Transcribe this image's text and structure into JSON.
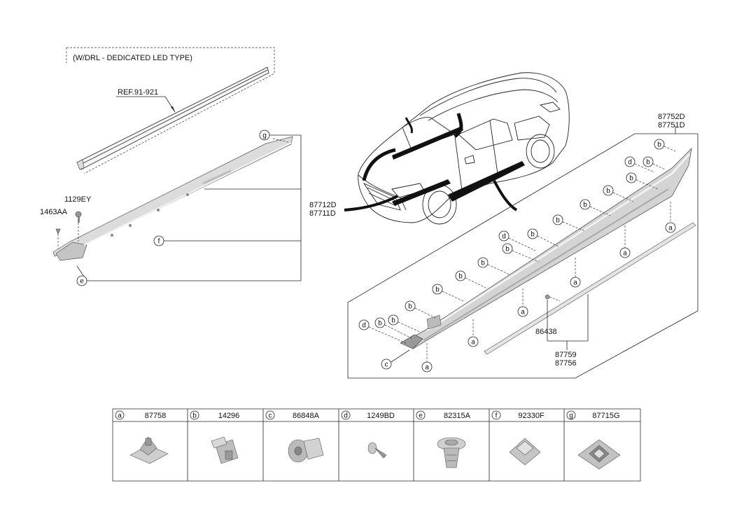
{
  "top_note": "(W/DRL - DEDICATED LED TYPE)",
  "ref": "REF.91-921",
  "parts_left": {
    "p1129": "1129EY",
    "p1463": "1463AA",
    "assembly_top": "87712D",
    "assembly_bottom": "87711D"
  },
  "parts_right": {
    "assembly_top": "87752D",
    "assembly_bottom": "87751D",
    "p86438": "86438",
    "strip_top": "87759",
    "strip_bottom": "87756"
  },
  "letters": {
    "a": "a",
    "b": "b",
    "c": "c",
    "d": "d",
    "e": "e",
    "f": "f",
    "g": "g"
  },
  "legend": [
    {
      "letter": "a",
      "part": "87758"
    },
    {
      "letter": "b",
      "part": "14296"
    },
    {
      "letter": "c",
      "part": "86848A"
    },
    {
      "letter": "d",
      "part": "1249BD"
    },
    {
      "letter": "e",
      "part": "82315A"
    },
    {
      "letter": "f",
      "part": "92330F"
    },
    {
      "letter": "g",
      "part": "87715G"
    }
  ]
}
